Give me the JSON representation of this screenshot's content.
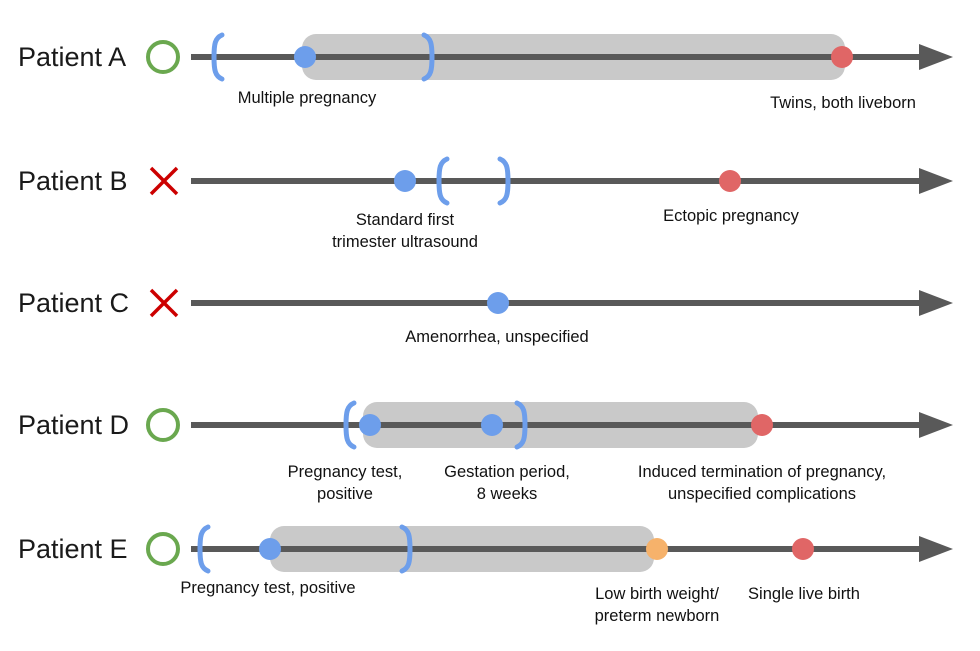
{
  "colors": {
    "blue": "#6d9eeb",
    "red": "#e06666",
    "orange": "#f6b26b",
    "green": "#6aa84f",
    "xred": "#cc0000",
    "band": "#c9c9c9",
    "line": "#595959",
    "text": "#111111"
  },
  "rows": [
    {
      "patient": "Patient A",
      "status_icon": "green-circle",
      "events": [
        {
          "type": "blue",
          "label": [
            "Multiple pregnancy"
          ]
        },
        {
          "type": "red",
          "label": [
            "Twins, both liveborn"
          ]
        }
      ]
    },
    {
      "patient": "Patient B",
      "status_icon": "red-x",
      "events": [
        {
          "type": "blue",
          "label": [
            "Standard first",
            "trimester ultrasound"
          ]
        },
        {
          "type": "red",
          "label": [
            "Ectopic pregnancy"
          ]
        }
      ]
    },
    {
      "patient": "Patient C",
      "status_icon": "red-x",
      "events": [
        {
          "type": "blue",
          "label": [
            "Amenorrhea, unspecified"
          ]
        }
      ]
    },
    {
      "patient": "Patient D",
      "status_icon": "green-circle",
      "events": [
        {
          "type": "blue",
          "label": [
            "Pregnancy test,",
            "positive"
          ]
        },
        {
          "type": "blue",
          "label": [
            "Gestation period,",
            "8 weeks"
          ]
        },
        {
          "type": "red",
          "label": [
            "Induced termination of pregnancy,",
            "unspecified complications"
          ]
        }
      ]
    },
    {
      "patient": "Patient E",
      "status_icon": "green-circle",
      "events": [
        {
          "type": "blue",
          "label": [
            "Pregnancy test, positive"
          ]
        },
        {
          "type": "orange",
          "label": [
            "Low birth weight/",
            "preterm newborn"
          ]
        },
        {
          "type": "red",
          "label": [
            "Single live birth"
          ]
        }
      ]
    }
  ]
}
